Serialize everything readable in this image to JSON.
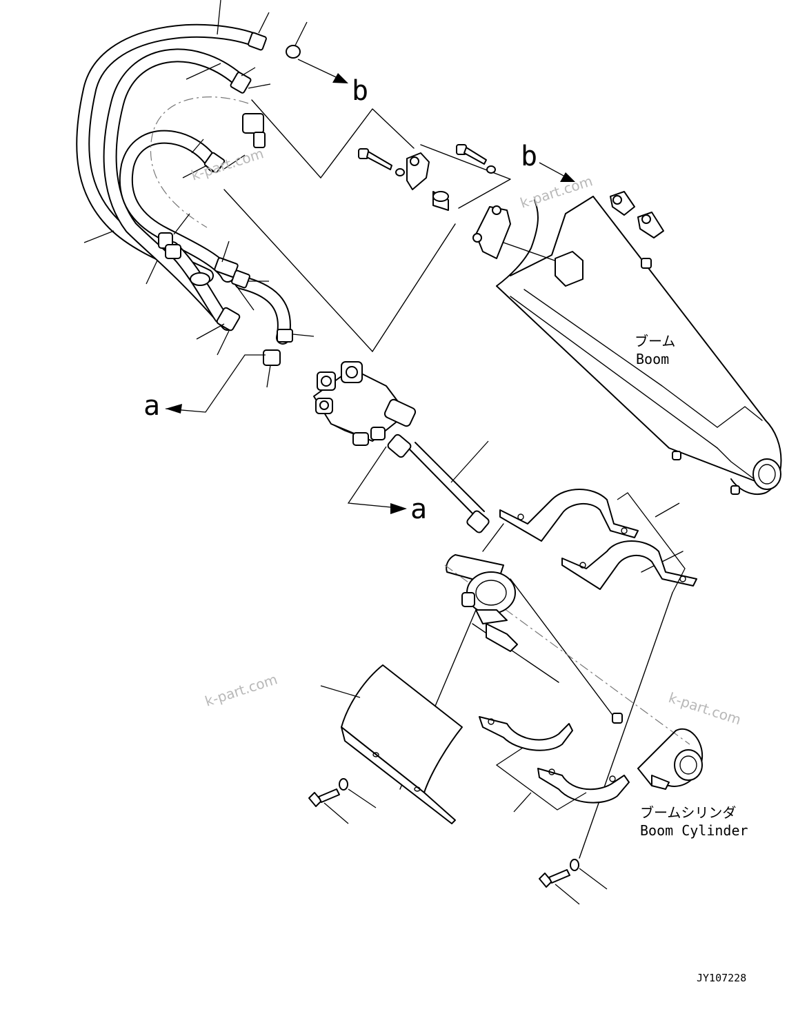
{
  "labels": {
    "ref_a_top": "a",
    "ref_a_bottom": "a",
    "ref_b_top": "b",
    "ref_b_right": "b"
  },
  "boom": {
    "name_jp": "ブーム",
    "name_en": "Boom"
  },
  "boom_cylinder": {
    "name_jp": "ブームシリンダ",
    "name_en": "Boom Cylinder"
  },
  "watermarks": [
    "k-part.com",
    "k-part.com",
    "k-part.com",
    "k-part.com"
  ],
  "drawing_id": "JY107228",
  "colors": {
    "line": "#000000",
    "watermark": "#b8b8b8",
    "background": "#ffffff"
  }
}
